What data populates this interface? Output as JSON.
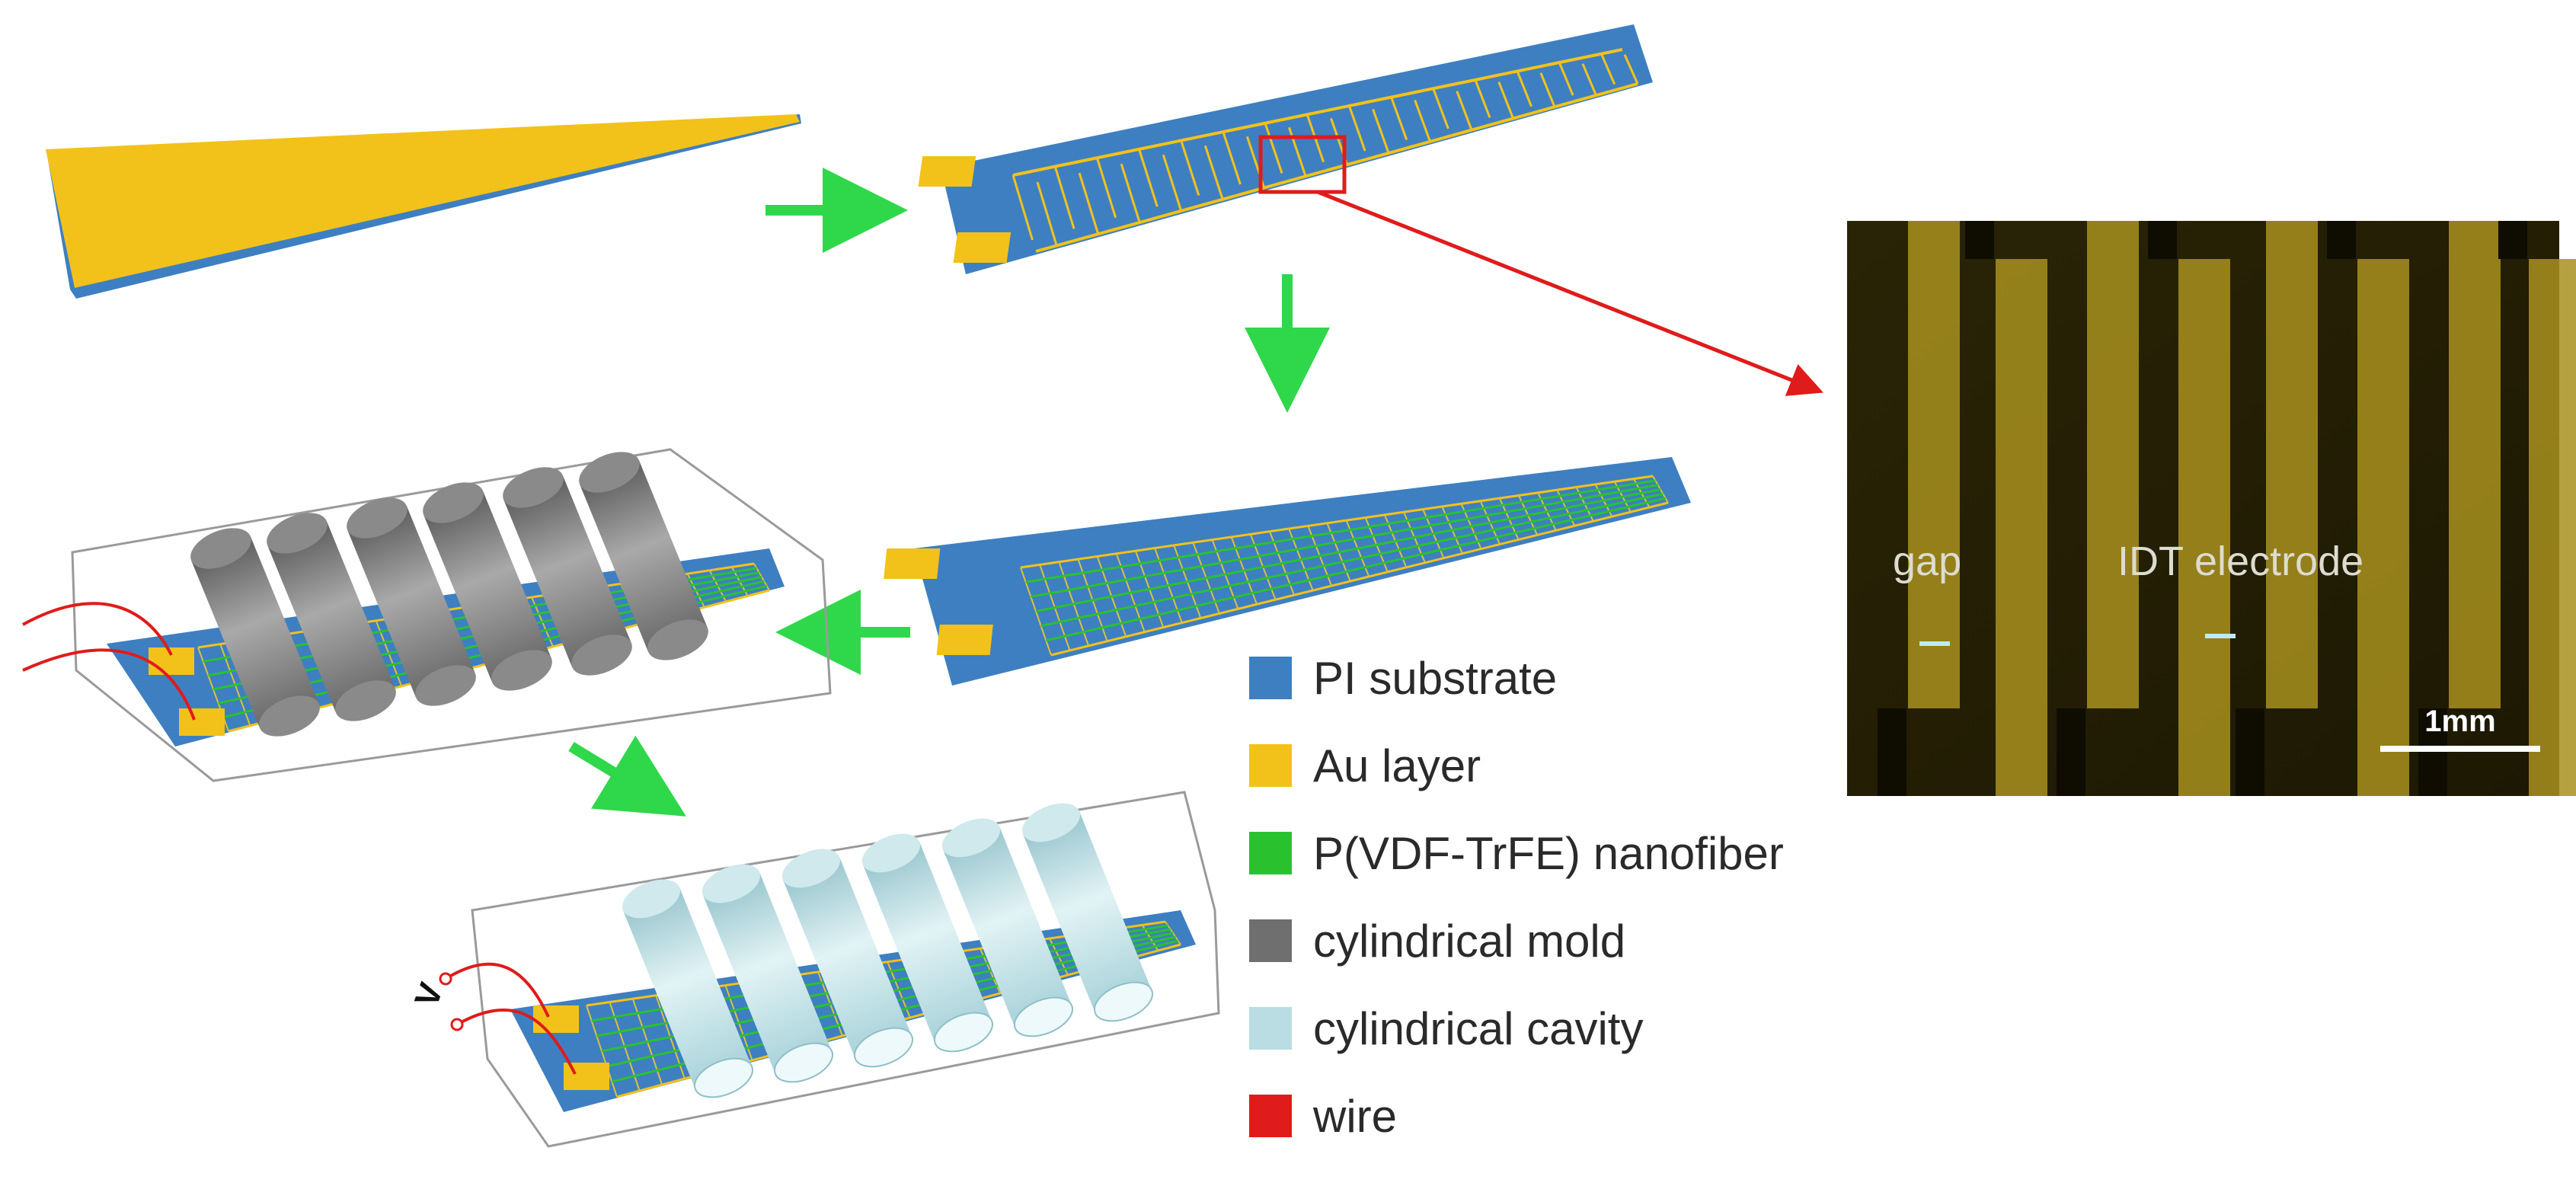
{
  "colors": {
    "pi_substrate": "#3e7fc1",
    "au_layer": "#f2c21a",
    "nanofiber": "#29c22e",
    "mold": "#7d7d7d",
    "cavity": "#b9dde3",
    "wire": "#e01b1b",
    "arrow": "#2fd84a"
  },
  "legend": [
    {
      "label": "PI substrate",
      "color": "#3e7fc1"
    },
    {
      "label": "Au layer",
      "color": "#f2c21a"
    },
    {
      "label": "P(VDF-TrFE) nanofiber",
      "color": "#29c22e"
    },
    {
      "label": "cylindrical mold",
      "color": "#6f6f6f"
    },
    {
      "label": "cylindrical cavity",
      "color": "#b9dde3"
    },
    {
      "label": "wire",
      "color": "#e01b1b"
    }
  ],
  "micrograph": {
    "gap_label": "gap",
    "electrode_label": "IDT electrode",
    "scale_label": "1mm"
  },
  "voltage_label": "V"
}
